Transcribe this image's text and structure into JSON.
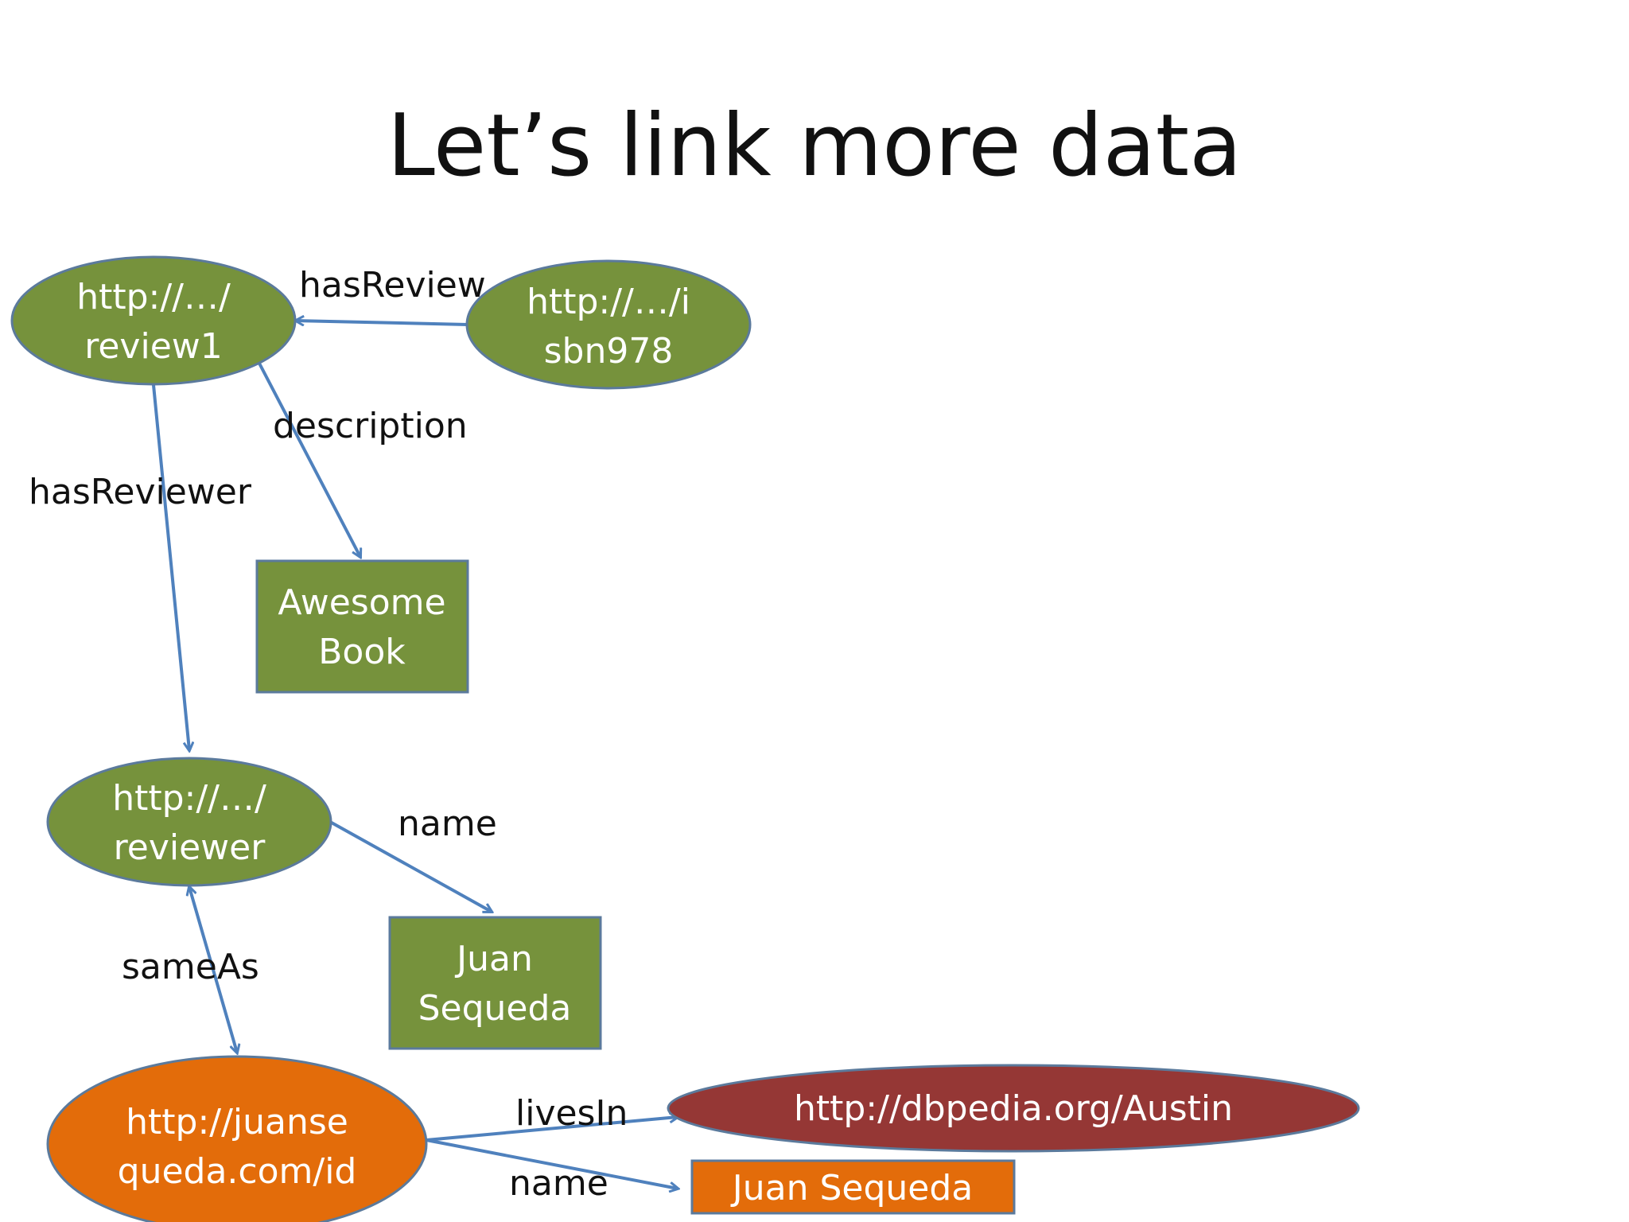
{
  "slide": {
    "title": "Let’s link more data"
  },
  "colors": {
    "resource_green": "#76923c",
    "resource_green_stroke": "#5b7a9c",
    "literal_green": "#76923c",
    "external_orange": "#e36c0a",
    "dbpedia_red": "#953735",
    "edge_blue": "#4f81bd",
    "node_text": "#ffffff",
    "label_text": "#111111"
  },
  "nodes": {
    "review1": {
      "line1": "http://…/",
      "line2": "review1"
    },
    "isbn978": {
      "line1": "http://…/i",
      "line2": "sbn978"
    },
    "awesome_book": {
      "line1": "Awesome",
      "line2": "Book"
    },
    "reviewer": {
      "line1": "http://…/",
      "line2": "reviewer"
    },
    "juan_sequeda_literal": {
      "line1": "Juan",
      "line2": "Sequeda"
    },
    "juansequeda_id": {
      "line1": "http://juanse",
      "line2": "queda.com/id"
    },
    "dbpedia_austin": {
      "label": "http://dbpedia.org/Austin"
    },
    "juan_sequeda_literal2": {
      "label": "Juan Sequeda"
    }
  },
  "edges": {
    "hasReview": "hasReview",
    "description": "description",
    "hasReviewer": "hasReviewer",
    "name1": "name",
    "sameAs": "sameAs",
    "livesIn": "livesIn",
    "name2": "name"
  }
}
